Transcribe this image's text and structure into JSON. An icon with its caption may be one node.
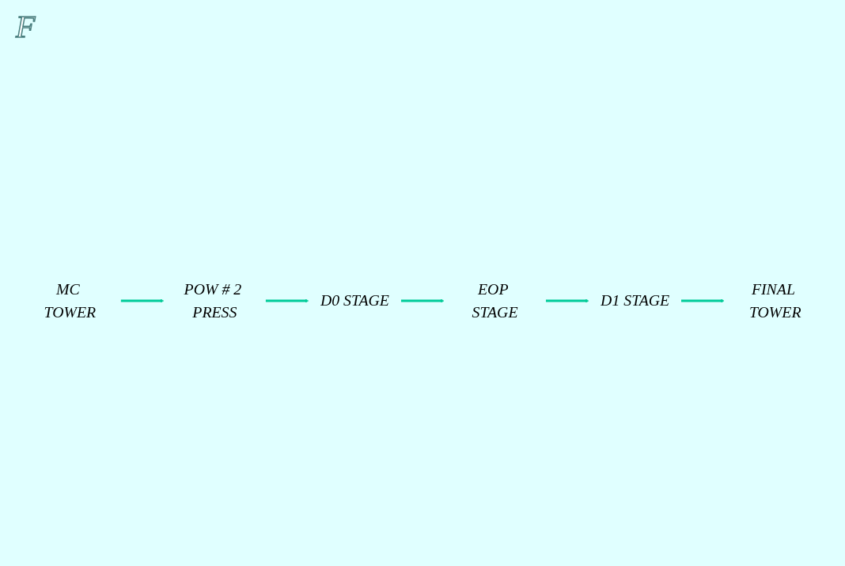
{
  "diagram": {
    "nodes": [
      {
        "text": [
          "MC TOWER"
        ]
      },
      {
        "text": [
          "POW # 2 PRESS"
        ]
      },
      {
        "text": [
          "D0 STAGE"
        ]
      },
      {
        "text": [
          "EOP STAGE"
        ]
      },
      {
        "text": [
          "D1 STAGE"
        ]
      },
      {
        "text": [
          "FINAL TOWER"
        ]
      }
    ],
    "edges": [
      {
        "from": 0,
        "to": 1,
        "arrow": "to"
      },
      {
        "from": 1,
        "to": 2,
        "arrow": "to"
      },
      {
        "from": 2,
        "to": 3,
        "arrow": "to"
      },
      {
        "from": 3,
        "to": 4,
        "arrow": "to"
      },
      {
        "from": 4,
        "to": 5,
        "arrow": "to"
      }
    ],
    "labels": [
      "F"
    ]
  }
}
